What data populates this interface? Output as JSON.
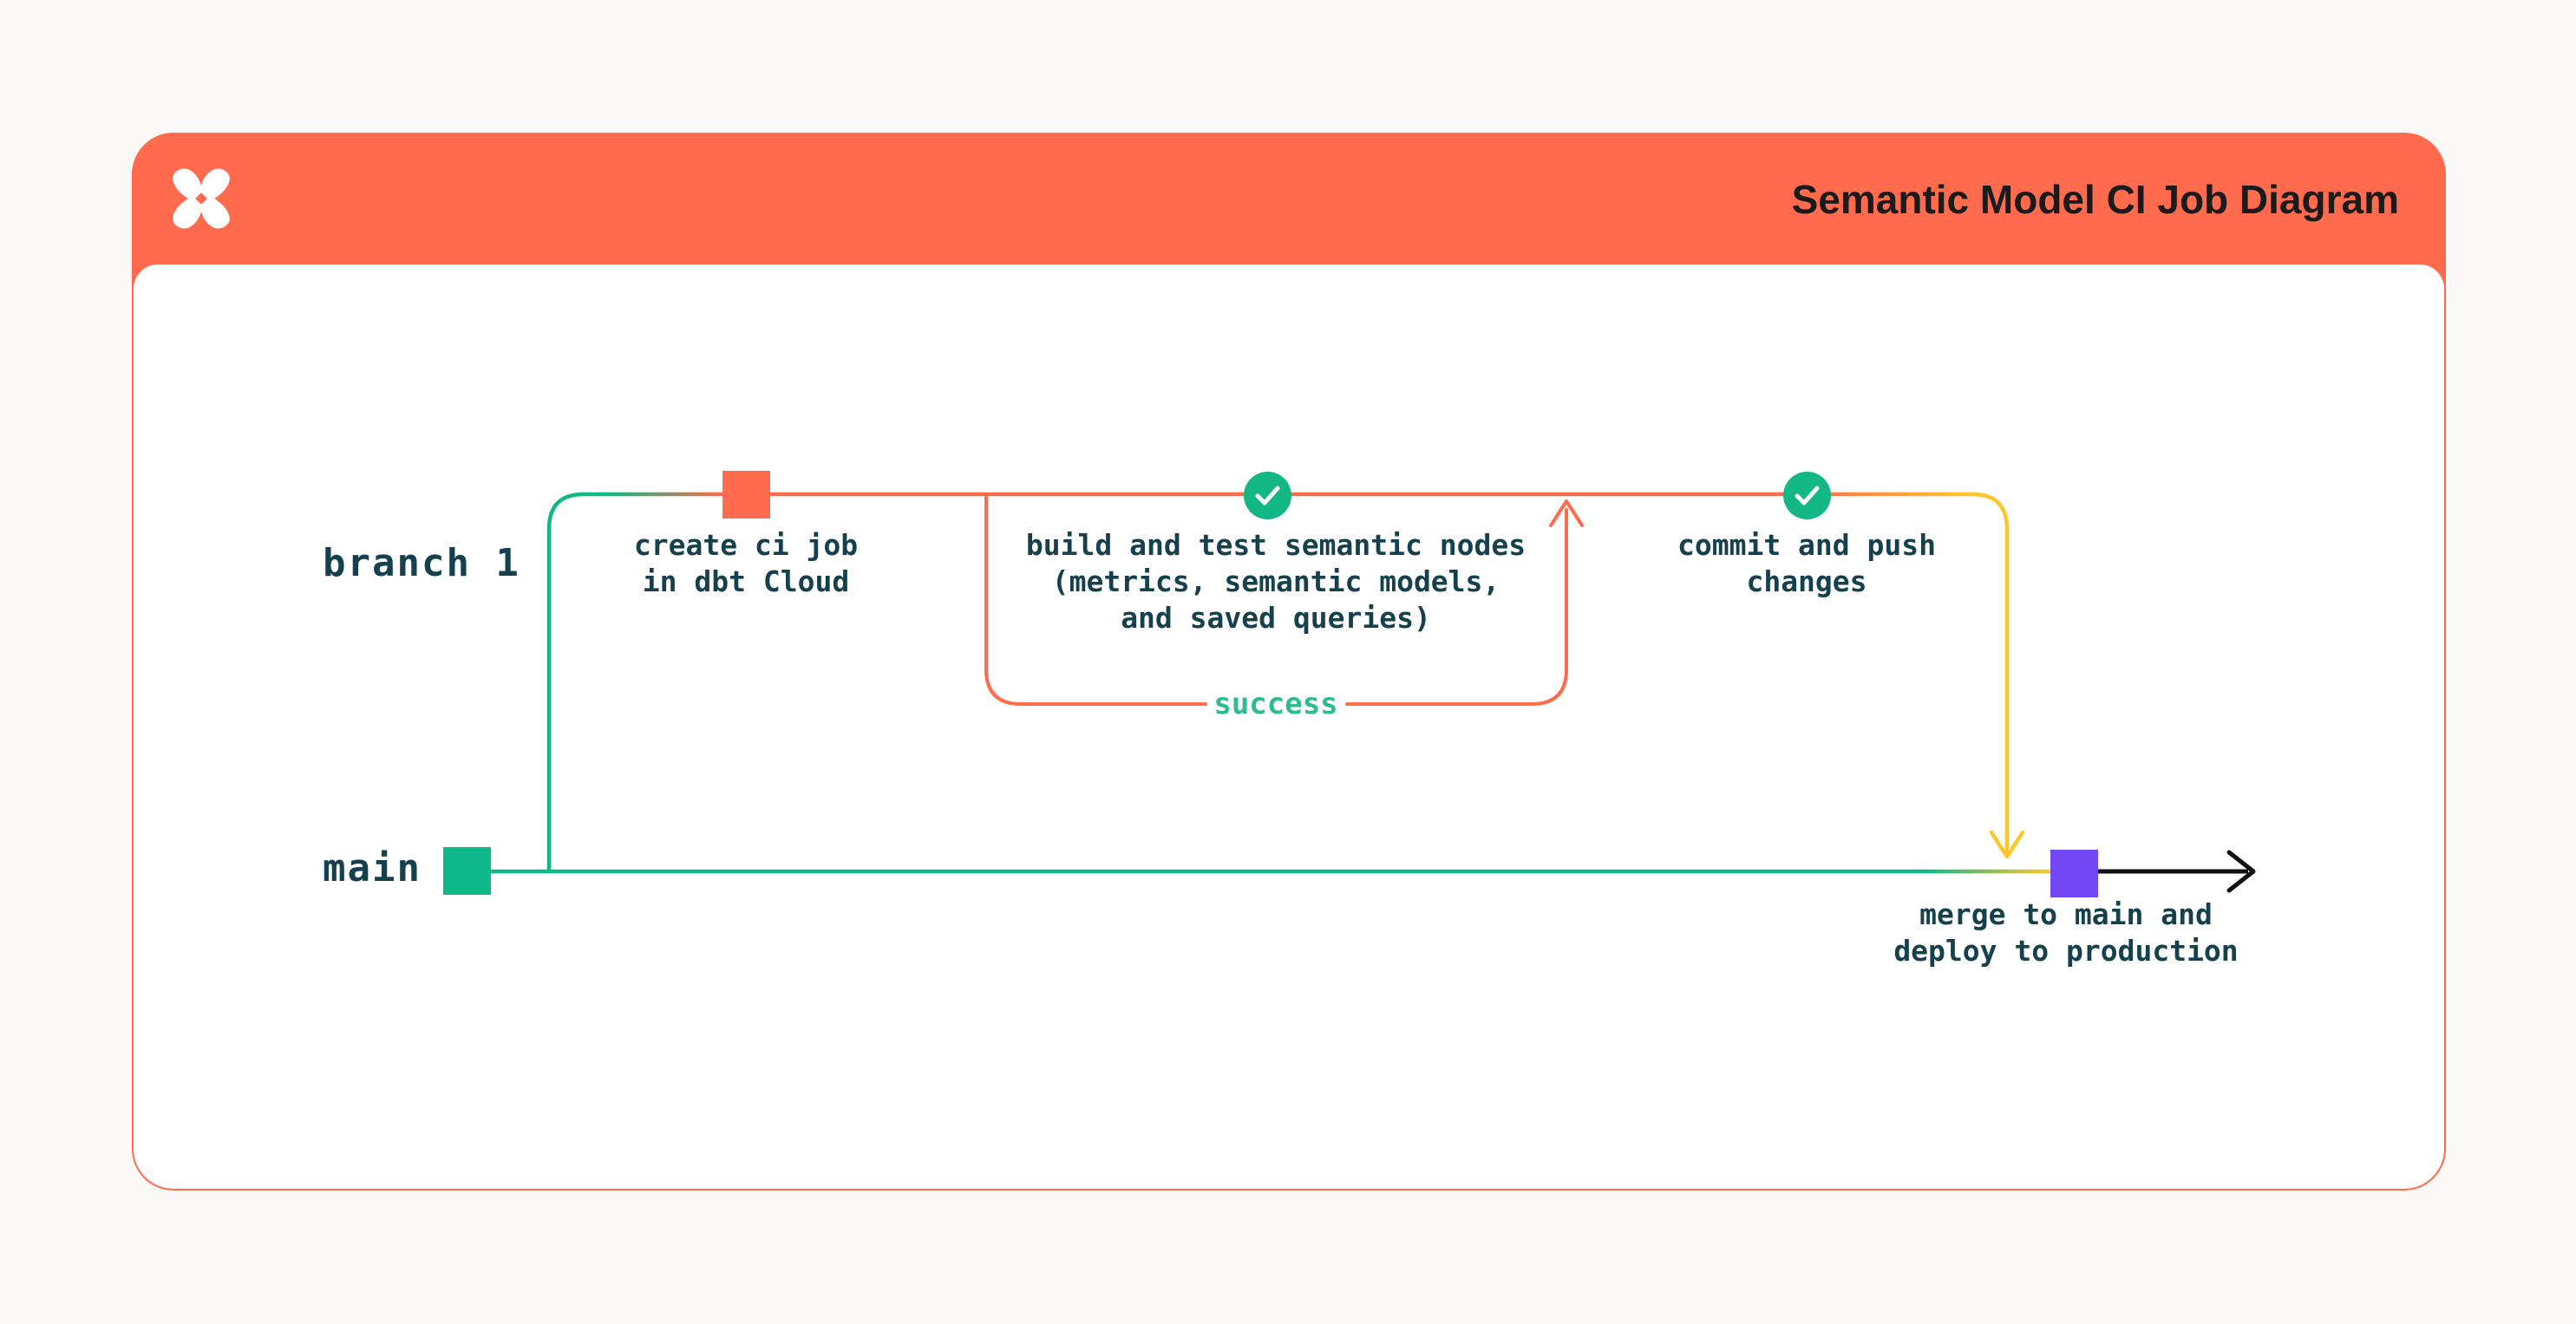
{
  "header": {
    "title": "Semantic Model CI Job Diagram",
    "background_color": "#FF6B4C",
    "logo": "dbt-logo"
  },
  "diagram": {
    "branch1_label": "branch 1",
    "main_label": "main",
    "loop_label": "success",
    "nodes": [
      {
        "id": "create-ci-job",
        "marker": "orange-square",
        "label": "create ci job\nin dbt Cloud"
      },
      {
        "id": "build-and-test",
        "marker": "check-circle",
        "label": "build and test semantic nodes\n(metrics, semantic models,\nand saved queries)"
      },
      {
        "id": "commit-and-push",
        "marker": "check-circle",
        "label": "commit and push\nchanges"
      },
      {
        "id": "merge-to-main",
        "marker": "purple-square",
        "label": "merge to main and\ndeploy to production"
      }
    ],
    "colors": {
      "branch_start_green": "#0FB888",
      "ci_orange": "#FF6B4C",
      "merge_yellow": "#FFC629",
      "main_green": "#0FB888",
      "purple": "#7347F2",
      "check_green": "#12B784",
      "success_text": "#2BBD8F",
      "text_dark_teal": "#15404E",
      "arrow_black": "#111111"
    }
  }
}
